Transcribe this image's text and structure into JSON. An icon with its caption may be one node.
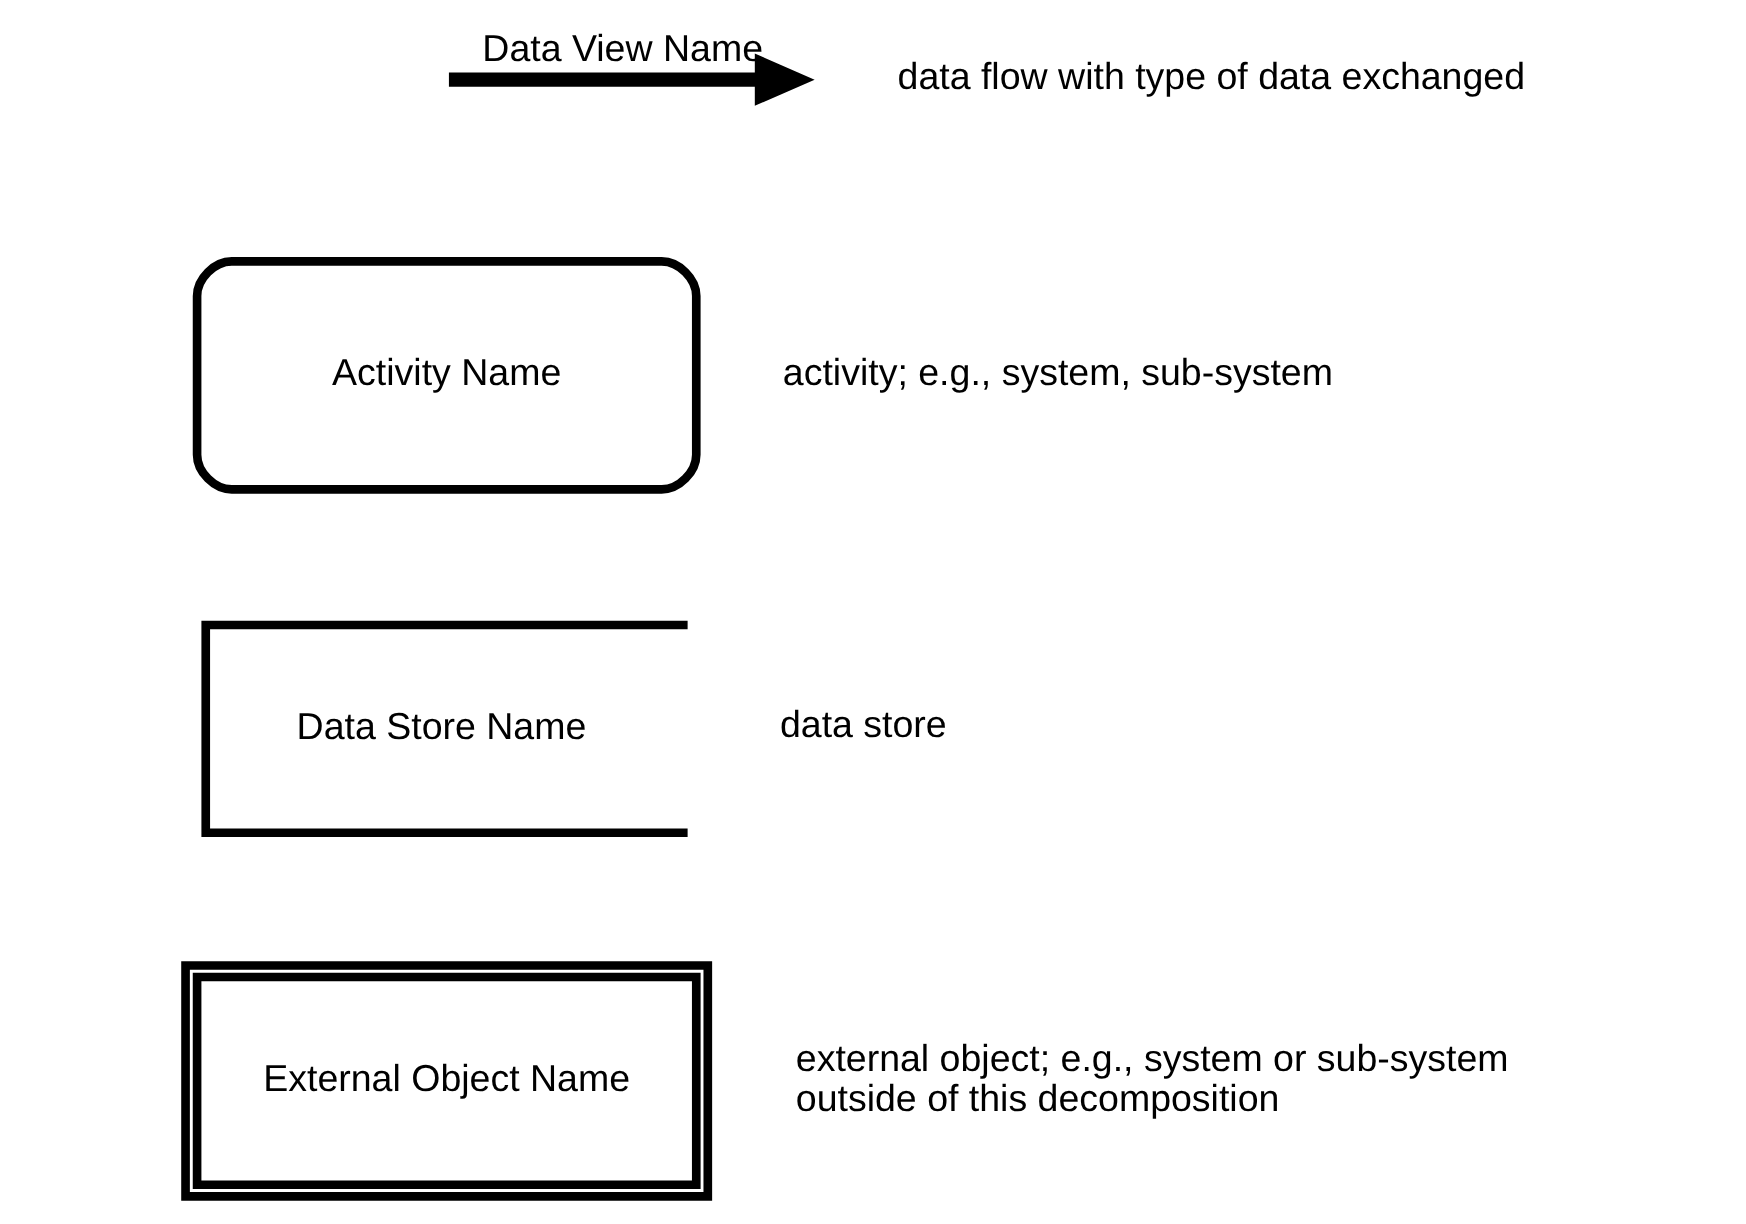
{
  "diagram": {
    "nodes": [
      {
        "text": [
          "Activity Name"
        ],
        "beside": [
          "activity; e.g., system, sub-system"
        ]
      },
      {
        "text": [
          "Data Store Name"
        ],
        "beside": [
          "data store"
        ]
      },
      {
        "text": [
          "External Object Name"
        ],
        "beside": [
          "external object; e.g., system or sub-system outside of this decomposition"
        ]
      }
    ],
    "labels": [
      "Data View Name"
    ],
    "legend": [
      {
        "text": "data flow with type of data exchanged"
      }
    ]
  }
}
